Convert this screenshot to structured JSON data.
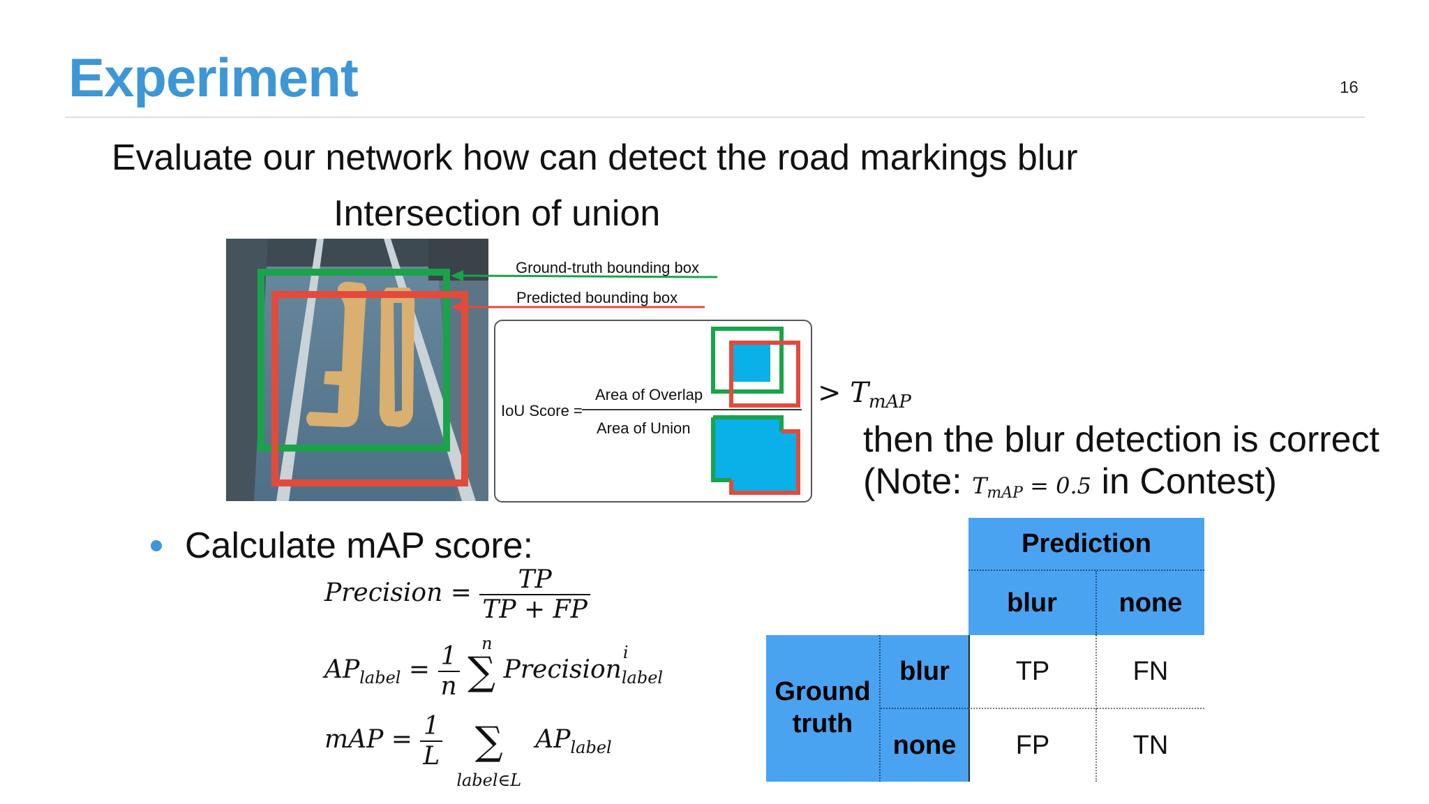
{
  "slide": {
    "title": "Experiment",
    "page_number": "16",
    "subtitle": "Evaluate our network how can detect the road markings blur",
    "iou_heading": "Intersection of union"
  },
  "figure": {
    "gt_label": "Ground-truth bounding box",
    "pred_label": "Predicted bounding box",
    "iou_score_label": "IoU Score =",
    "overlap_label": "Area of Overlap",
    "union_label": "Area of  Union",
    "colors": {
      "ground_truth": "#1aa34a",
      "prediction": "#e24b3b",
      "fill": "#0ab0e8"
    }
  },
  "threshold": {
    "comparator": "> T",
    "subscript": "mAP",
    "then_text": "then the blur detection is correct",
    "note_prefix": "(Note: ",
    "note_math_T": "T",
    "note_math_sub": "mAP",
    "note_math_rest": " = 0.5",
    "note_suffix": " in Contest)"
  },
  "bullet": {
    "text": "Calculate mAP score:"
  },
  "formulas": {
    "precision_lhs": "Precision =",
    "precision_num": "TP",
    "precision_den": "TP + FP",
    "ap_lhs": "AP",
    "ap_lhs_sub": "label",
    "ap_eq": " =",
    "ap_frac_num": "1",
    "ap_frac_den": "n",
    "ap_sum_top": "n",
    "ap_sigma": "∑",
    "ap_term": "Precision",
    "ap_term_sup": "i",
    "ap_term_sub": "label",
    "map_lhs": "mAP =",
    "map_frac_num": "1",
    "map_frac_den": "L",
    "map_sigma": "∑",
    "map_sum_bottom": "label∈L",
    "map_term": "AP",
    "map_term_sub": "label"
  },
  "confusion_matrix": {
    "prediction_header": "Prediction",
    "ground_truth_header": "Ground truth",
    "pred_blur": "blur",
    "pred_none": "none",
    "gt_blur": "blur",
    "gt_none": "none",
    "cells": {
      "tp": "TP",
      "fn": "FN",
      "fp": "FP",
      "tn": "TN"
    },
    "header_color": "#4aa3f0"
  }
}
